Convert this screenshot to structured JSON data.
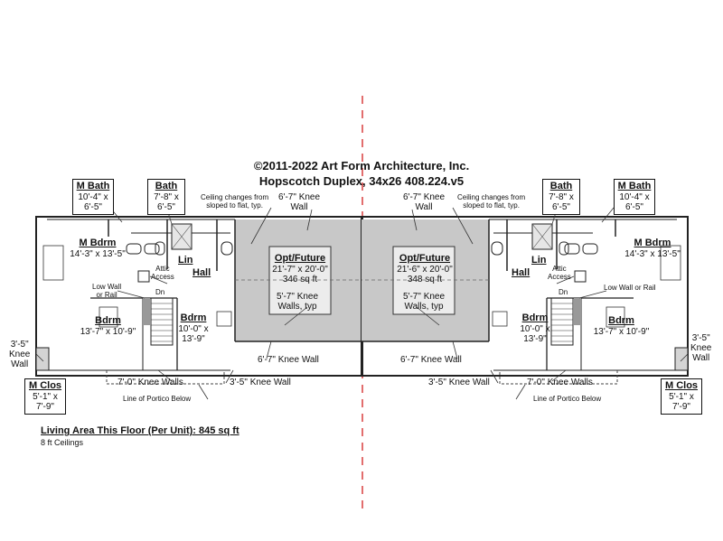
{
  "title": {
    "line1": "©2011-2022 Art Form Architecture, Inc.",
    "line2": "Hopscotch Duplex, 34x26 408.224.v5"
  },
  "left": {
    "m_bath": {
      "name": "M Bath",
      "dim": "10'-4\" x",
      "dim2": "6'-5\""
    },
    "bath": {
      "name": "Bath",
      "dim": "7'-8\" x",
      "dim2": "6'-5\""
    },
    "m_bdrm": {
      "name": "M Bdrm",
      "dim": "14'-3\" x 13'-5\""
    },
    "bdrm1": {
      "name": "Bdrm",
      "dim": "13'-7\" x 10'-9\""
    },
    "bdrm2": {
      "name": "Bdrm",
      "dim": "10'-0\" x",
      "dim2": "13'-9\""
    },
    "m_clos": {
      "name": "M Clos",
      "dim": "5'-1\" x",
      "dim2": "7'-9\""
    },
    "opt": {
      "name": "Opt/Future",
      "dim": "21'-7\" x 20'-0\"",
      "area": "346 sq ft"
    },
    "lin": "Lin",
    "hall": "Hall",
    "attic": "Attic",
    "access": "Access",
    "dn": "Dn",
    "ceiling_note": "Ceiling changes from",
    "ceiling_note2": "sloped to flat, typ.",
    "knee_top": "6'-7\" Knee",
    "knee_top2": "Wall",
    "knee_57": "5'-7\" Knee",
    "knee_57b": "Walls, typ",
    "knee_bottom_67": "6'-7\" Knee Wall",
    "knee_70": "7'-0\" Knee Walls",
    "knee_35": "3'-5\" Knee Wall",
    "knee_side": "3'-5\"",
    "knee_side2": "Knee",
    "knee_side3": "Wall",
    "low_wall": "Low Wall",
    "low_wall2": "or Rail",
    "portico": "Line of Portico Below"
  },
  "right": {
    "m_bath": {
      "name": "M Bath",
      "dim": "10'-4\" x",
      "dim2": "6'-5\""
    },
    "bath": {
      "name": "Bath",
      "dim": "7'-8\" x",
      "dim2": "6'-5\""
    },
    "m_bdrm": {
      "name": "M Bdrm",
      "dim": "14'-3\" x 13'-5\""
    },
    "bdrm1": {
      "name": "Bdrm",
      "dim": "13'-7\" x 10'-9\""
    },
    "bdrm2": {
      "name": "Bdrm",
      "dim": "10'-0\" x",
      "dim2": "13'-9\""
    },
    "m_clos": {
      "name": "M Clos",
      "dim": "5'-1\" x",
      "dim2": "7'-9\""
    },
    "opt": {
      "name": "Opt/Future",
      "dim": "21'-6\" x 20'-0\"",
      "area": "348 sq ft"
    },
    "lin": "Lin",
    "hall": "Hall",
    "attic": "Attic",
    "access": "Access",
    "dn": "Dn",
    "ceiling_note": "Ceiling changes from",
    "ceiling_note2": "sloped to flat, typ.",
    "knee_top": "6'-7\" Knee",
    "knee_top2": "Wall",
    "knee_57": "5'-7\" Knee",
    "knee_57b": "Walls, typ",
    "knee_bottom_67": "6'-7\" Knee Wall",
    "knee_70": "7'-0\" Knee Walls",
    "knee_35": "3'-5\" Knee Wall",
    "knee_side": "3'-5\"",
    "knee_side2": "Knee",
    "knee_side3": "Wall",
    "low_wall": "Low Wall or Rail",
    "portico": "Line of Portico Below"
  },
  "footer": {
    "living_area": "Living Area This Floor (Per Unit): 845 sq ft",
    "ceilings": "8 ft Ceilings"
  },
  "colors": {
    "centerline": "#d22020",
    "shaded": "#c8c8c8",
    "wall": "#222222"
  }
}
